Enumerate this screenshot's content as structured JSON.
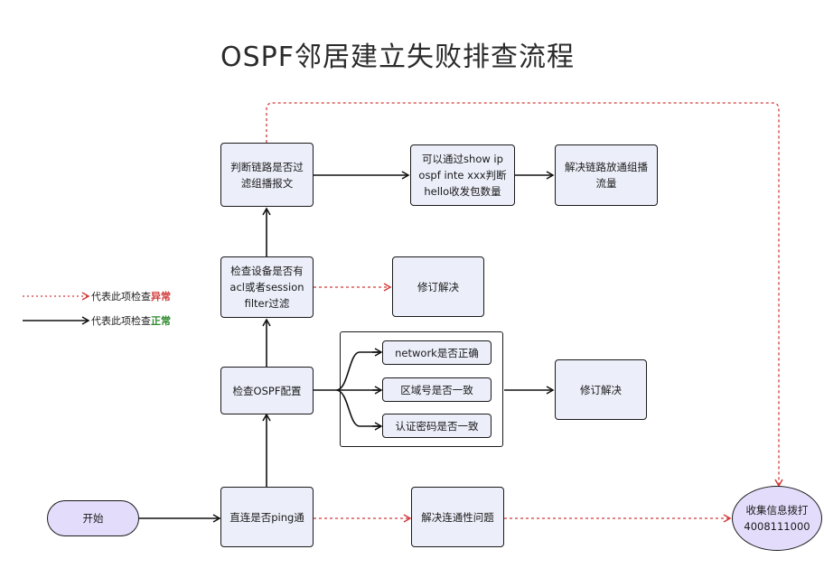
{
  "title": "OSPF邻居建立失败排查流程",
  "legend": {
    "abnormal_prefix": "代表此项检查",
    "abnormal_word": "异常",
    "normal_prefix": "代表此项检查",
    "normal_word": "正常"
  },
  "nodes": {
    "start": "开始",
    "ping": "直连是否ping通",
    "fix_connectivity": "解决连通性问题",
    "collect": "收集信息拨打\n4008111000",
    "check_config": "检查OSPF配置",
    "network": "network是否正确",
    "area": "区域号是否一致",
    "auth": "认证密码是否一致",
    "revise2": "修订解决",
    "acl": "检查设备是否有\nacl或者session\nfilter过滤",
    "revise1": "修订解决",
    "link_filter": "判断链路是否过\n滤组播报文",
    "show": "可以通过show ip\nospf inte xxx判断\nhello收发包数量",
    "release": "解决链路放通组播\n流量"
  },
  "colors": {
    "abnormal": "#d23b3b",
    "normal": "#2e8b2e",
    "node_fill": "#eceef9",
    "terminal_fill": "#e4dcfb"
  }
}
